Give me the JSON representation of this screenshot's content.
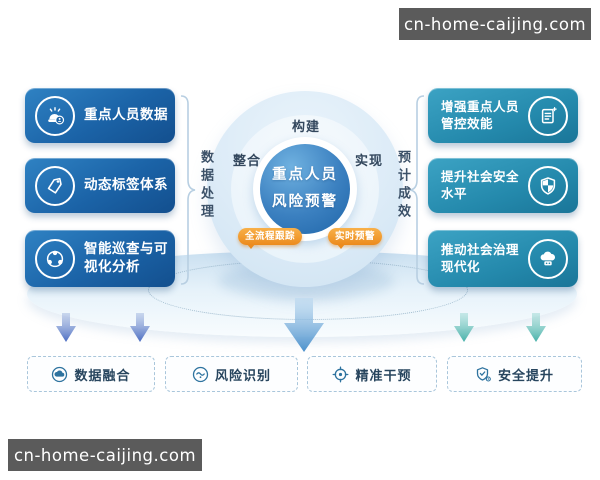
{
  "watermarks": {
    "top_right": "cn-home-caijing.com",
    "bottom_left": "cn-home-caijing.com"
  },
  "left_section": {
    "group_label": "数据处理",
    "cards": [
      {
        "icon": "alert-person-icon",
        "label": "重点人员数据"
      },
      {
        "icon": "tag-icon",
        "label": "动态标签体系"
      },
      {
        "icon": "network-nodes-icon",
        "label": "智能巡查与可\n视化分析"
      }
    ]
  },
  "center_diagram": {
    "core_title": "重点人员\n风险预警",
    "ring_labels": {
      "top": "构建",
      "left": "整合",
      "right": "实现"
    },
    "badges": [
      "全流程跟踪",
      "实时预警"
    ]
  },
  "right_section": {
    "group_label": "预计成效",
    "cards": [
      {
        "icon": "document-icon",
        "label": "增强重点人员\n管控效能"
      },
      {
        "icon": "shield-icon",
        "label": "提升社会安全\n水平"
      },
      {
        "icon": "cloud-device-icon",
        "label": "推动社会治理\n现代化"
      }
    ]
  },
  "bottom_row": [
    {
      "icon": "data-fusion-icon",
      "label": "数据融合"
    },
    {
      "icon": "risk-identify-icon",
      "label": "风险识别"
    },
    {
      "icon": "target-icon",
      "label": "精准干预"
    },
    {
      "icon": "shield-check-icon",
      "label": "安全提升"
    }
  ],
  "colors": {
    "left_card_blue": "#1b63a7",
    "right_card_teal": "#2489ac",
    "core_blue": "#2a72b5",
    "badge_orange": "#ec8b1d",
    "ring_light_blue": "#dcebf7",
    "watermark_bg": "#5b5b5b",
    "bottom_text_navy": "#27455e"
  }
}
